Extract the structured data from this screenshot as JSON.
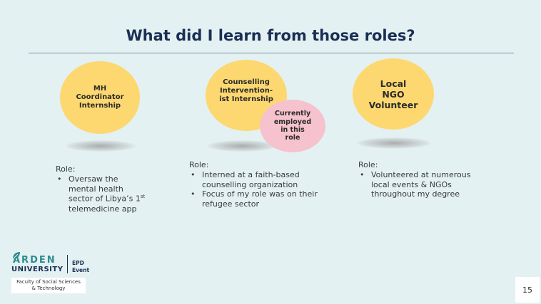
{
  "title": "What did I learn from those roles?",
  "roles": [
    {
      "circle_lines": [
        "MH",
        "Coordinator",
        "Internship"
      ],
      "role_label": "Role:",
      "bullets": [
        {
          "lines": [
            "Oversaw the",
            "mental health"
          ]
        },
        {
          "pre": "sector of Libya’s 1",
          "sup": "st"
        },
        {
          "lines": [
            "telemedicine app"
          ]
        }
      ]
    },
    {
      "circle_lines": [
        "Counselling",
        "Intervention-",
        "ist Internship"
      ],
      "badge_lines": [
        "Currently",
        "employed",
        "in this",
        "role"
      ],
      "role_label": "Role:",
      "bullets": [
        "Interned at a faith-based counselling organization",
        "Focus of my role was on their refugee sector"
      ]
    },
    {
      "circle_lines": [
        "Local",
        "NGO",
        "Volunteer"
      ],
      "role_label": "Role:",
      "bullets": [
        "Volunteered at numerous local events & NGOs throughout my degree"
      ]
    }
  ],
  "logo": {
    "brand_line1": "ARDEN",
    "brand_line2": "UNIVERSITY",
    "event_line1": "EPD",
    "event_line2": "Event",
    "faculty_line1": "Faculty of Social Sciences",
    "faculty_line2": "& Technology"
  },
  "page_number": "15",
  "colors": {
    "background": "#e3f1f2",
    "title": "#1b2f55",
    "circle_yellow": "#fdd870",
    "circle_pink": "#f6c2ce",
    "brand_teal": "#2e8a8e"
  }
}
